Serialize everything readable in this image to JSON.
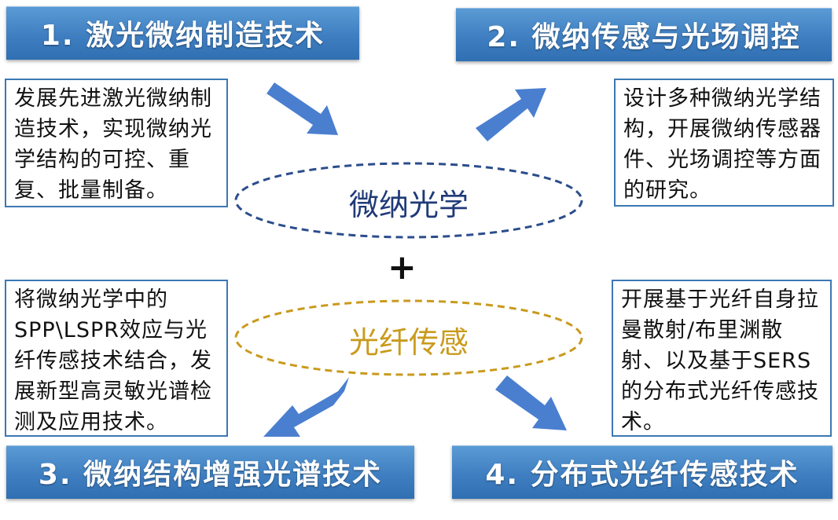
{
  "banners": {
    "b1": "1.  激光微纳制造技术",
    "b2": "2.  微纳传感与光场调控",
    "b3": "3.  微纳结构增强光谱技术",
    "b4": "4.  分布式光纤传感技术"
  },
  "descriptions": {
    "d1": "发展先进激光微纳制造技术，实现微纳光学结构的可控、重复、批量制备。",
    "d2": "设计多种微纳光学结构，开展微纳传感器件、光场调控等方面的研究。",
    "d3": "将微纳光学中的SPP\\LSPR效应与光纤传感技术结合，发展新型高灵敏光谱检测及应用技术。",
    "d4": "开展基于光纤自身拉曼散射/布里渊散射、以及基于SERS的分布式光纤传感技术。"
  },
  "center": {
    "top_label": "微纳光学",
    "plus": "+",
    "bottom_label": "光纤传感"
  },
  "colors": {
    "banner": "#4a8acb",
    "arrow": "#4a7fd0",
    "top_ellipse": "#2b4d8c",
    "bottom_ellipse": "#c99a1d",
    "box_border": "#3c78b4"
  }
}
